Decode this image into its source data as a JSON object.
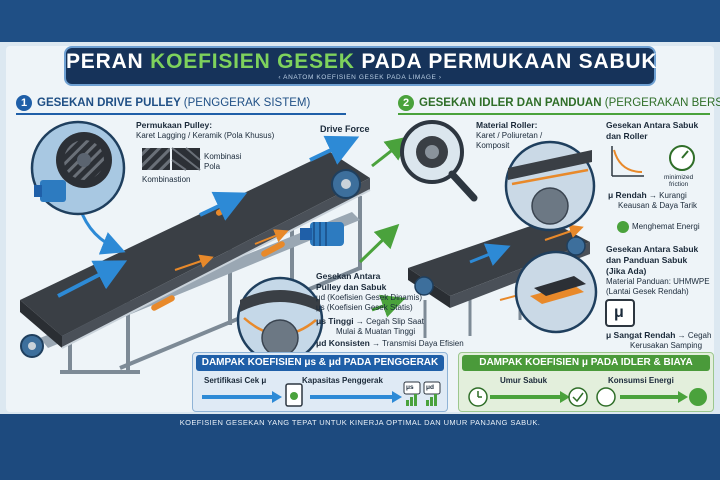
{
  "title": {
    "part1": "PERAN ",
    "highlight": "KOEFISIEN GESEK",
    "part2": " PADA PERMUKAAN SABUK",
    "subtitle": "‹  ANATOM KOEFISIEN GESEK PADA LIMAGE  ›"
  },
  "section1": {
    "number": "1",
    "title": "GESEKAN DRIVE PULLEY",
    "paren": "(PENGGERAK SISTEM)",
    "surface_title": "Permukaan Pulley:",
    "surface_desc": "Karet Lagging / Keramik (Pola Khusus)",
    "combo_label_1": "Kombinasi",
    "combo_label_2": "Pola",
    "combo_caption": "Kombinastion",
    "drive_force": "Drive Force",
    "contact_title_1": "Gesekan Antara",
    "contact_title_2": "Pulley dan Sabuk",
    "mu_d": "μd (Koefisien Gesek Dinamis)",
    "mu_s": "μs (Koefisien Gesek Statis)",
    "high_1": "μs Tinggi",
    "high_2": " → Cegah Slip Saat",
    "high_3": "Mulai & Muatan Tinggi",
    "consistent_1": "μd Konsisten",
    "consistent_2": " → Transmisi Daya Efisien"
  },
  "section2": {
    "number": "2",
    "title": "GESEKAN IDLER DAN PANDUAN",
    "paren": "(PERGERAKAN BERSIH)",
    "roller_title": "Material Roller:",
    "roller_desc_1": "Karet / Poliuretan /",
    "roller_desc_2": "Komposit",
    "belt_roller_1": "Gesekan Antara Sabuk",
    "belt_roller_2": "dan Roller",
    "minimized_1": "minimized",
    "minimized_2": "friction",
    "low_1": "μ Rendah",
    "low_2": " → Kurangi",
    "low_3": "Keausan & Daya Tarik",
    "save_energy": "Menghemat Energi",
    "guide_1": "Gesekan Antara Sabuk",
    "guide_2": "dan Panduan Sabuk",
    "guide_3": "(Jika Ada)",
    "guide_mat_1": "Material Panduan: UHMWPE",
    "guide_mat_2": "(Lantai Gesek Rendah)",
    "mu_symbol": "μ",
    "very_low_1": "μ Sangat Rendah",
    "very_low_2": " → Cegah",
    "very_low_3": "Kerusakan Samping"
  },
  "impact1": {
    "title": "DAMPAK KOEFISIEN μs & μd PADA PENGGERAK",
    "item1": "Sertifikasi Cek μ",
    "item2": "Kapasitas Penggerak",
    "badge1": "μs",
    "badge2": "μd"
  },
  "impact2": {
    "title": "DAMPAK KOEFISIEN μ PADA IDLER & BIAYA",
    "item1": "Umur Sabuk",
    "item2": "Konsumsi Energi"
  },
  "footer": "KOEFISIEN GESEKAN YANG TEPAT UNTUK KINERJA OPTIMAL DAN UMUR PANJANG SABUK.",
  "colors": {
    "navy": "#16335a",
    "blue": "#1f5fa8",
    "green": "#4aa23c",
    "orange": "#e8892a",
    "belt": "#3a3f45"
  }
}
